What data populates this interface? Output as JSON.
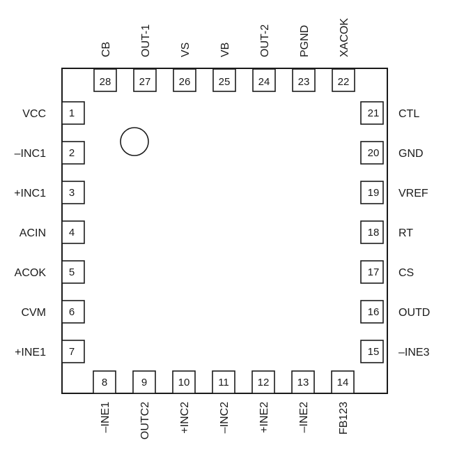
{
  "package": {
    "marker": "pin-1-indicator-circle",
    "pins": [
      {
        "side": "left",
        "num": "1",
        "label": "VCC"
      },
      {
        "side": "left",
        "num": "2",
        "label": "–INC1"
      },
      {
        "side": "left",
        "num": "3",
        "label": "+INC1"
      },
      {
        "side": "left",
        "num": "4",
        "label": "ACIN"
      },
      {
        "side": "left",
        "num": "5",
        "label": "ACOK"
      },
      {
        "side": "left",
        "num": "6",
        "label": "CVM"
      },
      {
        "side": "left",
        "num": "7",
        "label": "+INE1"
      },
      {
        "side": "bottom",
        "num": "8",
        "label": "–INE1"
      },
      {
        "side": "bottom",
        "num": "9",
        "label": "OUTC2"
      },
      {
        "side": "bottom",
        "num": "10",
        "label": "+INC2"
      },
      {
        "side": "bottom",
        "num": "11",
        "label": "–INC2"
      },
      {
        "side": "bottom",
        "num": "12",
        "label": "+INE2"
      },
      {
        "side": "bottom",
        "num": "13",
        "label": "–INE2"
      },
      {
        "side": "bottom",
        "num": "14",
        "label": "FB123"
      },
      {
        "side": "right",
        "num": "15",
        "label": "–INE3"
      },
      {
        "side": "right",
        "num": "16",
        "label": "OUTD"
      },
      {
        "side": "right",
        "num": "17",
        "label": "CS"
      },
      {
        "side": "right",
        "num": "18",
        "label": "RT"
      },
      {
        "side": "right",
        "num": "19",
        "label": "VREF"
      },
      {
        "side": "right",
        "num": "20",
        "label": "GND"
      },
      {
        "side": "right",
        "num": "21",
        "label": "CTL"
      },
      {
        "side": "top",
        "num": "22",
        "label": "XACOK"
      },
      {
        "side": "top",
        "num": "23",
        "label": "PGND"
      },
      {
        "side": "top",
        "num": "24",
        "label": "OUT-2"
      },
      {
        "side": "top",
        "num": "25",
        "label": "VB"
      },
      {
        "side": "top",
        "num": "26",
        "label": "VS"
      },
      {
        "side": "top",
        "num": "27",
        "label": "OUT-1"
      },
      {
        "side": "top",
        "num": "28",
        "label": "CB"
      }
    ]
  }
}
